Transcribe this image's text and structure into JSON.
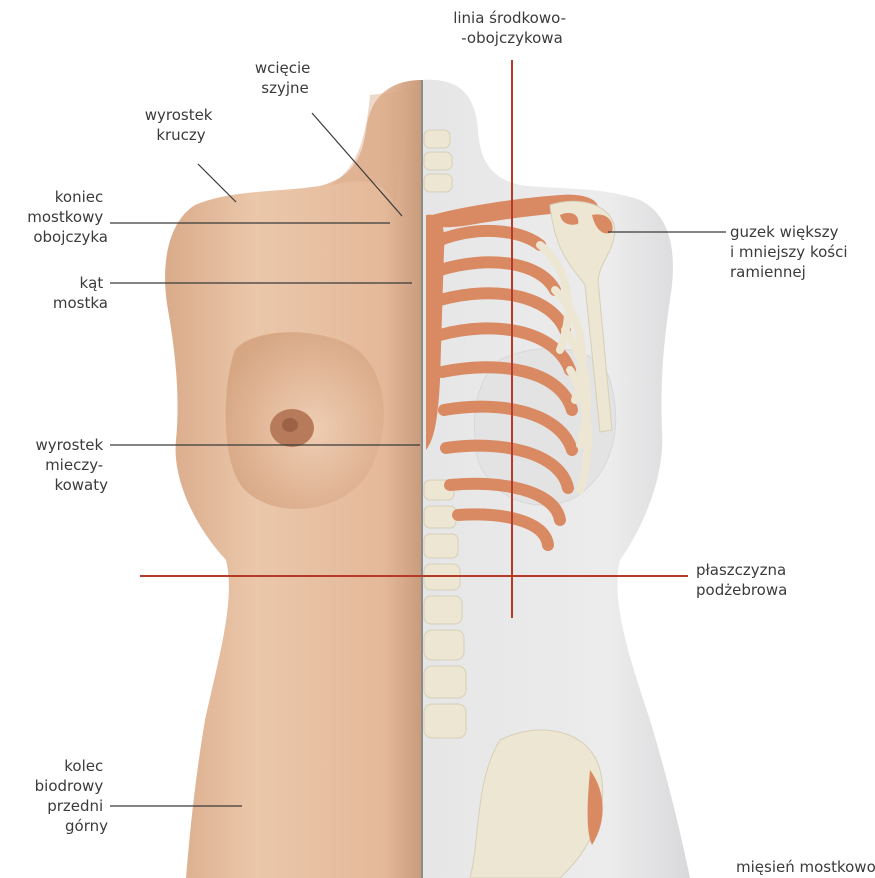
{
  "labels": {
    "midclavicular": [
      "linia środkowo-",
      "-obojczykowa"
    ],
    "jugular_notch": [
      "wcięcie",
      "szyjne"
    ],
    "coracoid": [
      "wyrostek",
      "kruczy"
    ],
    "sternal_end": [
      "koniec",
      "mostkowy",
      "obojczyka"
    ],
    "sternal_angle": [
      "kąt",
      "mostka"
    ],
    "tubercles": [
      "guzek większy",
      "i mniejszy kości",
      "ramiennej"
    ],
    "xiphoid": [
      "wyrostek",
      "mieczy-",
      "kowaty"
    ],
    "subcostal": [
      "płaszczyzna",
      "podżebrowa"
    ],
    "asis": [
      "kolec",
      "biodrowy",
      "przedni",
      "górny"
    ],
    "scm": "mięsień mostkowo-"
  },
  "colors": {
    "skin": "#e8c3a6",
    "skin_shadow": "#c99a78",
    "silhouette": "#e9e9ea",
    "bone": "#ece6d2",
    "cartilage": "#d98a62",
    "red_line": "#b63a2a",
    "leader": "#3a3a3a"
  }
}
